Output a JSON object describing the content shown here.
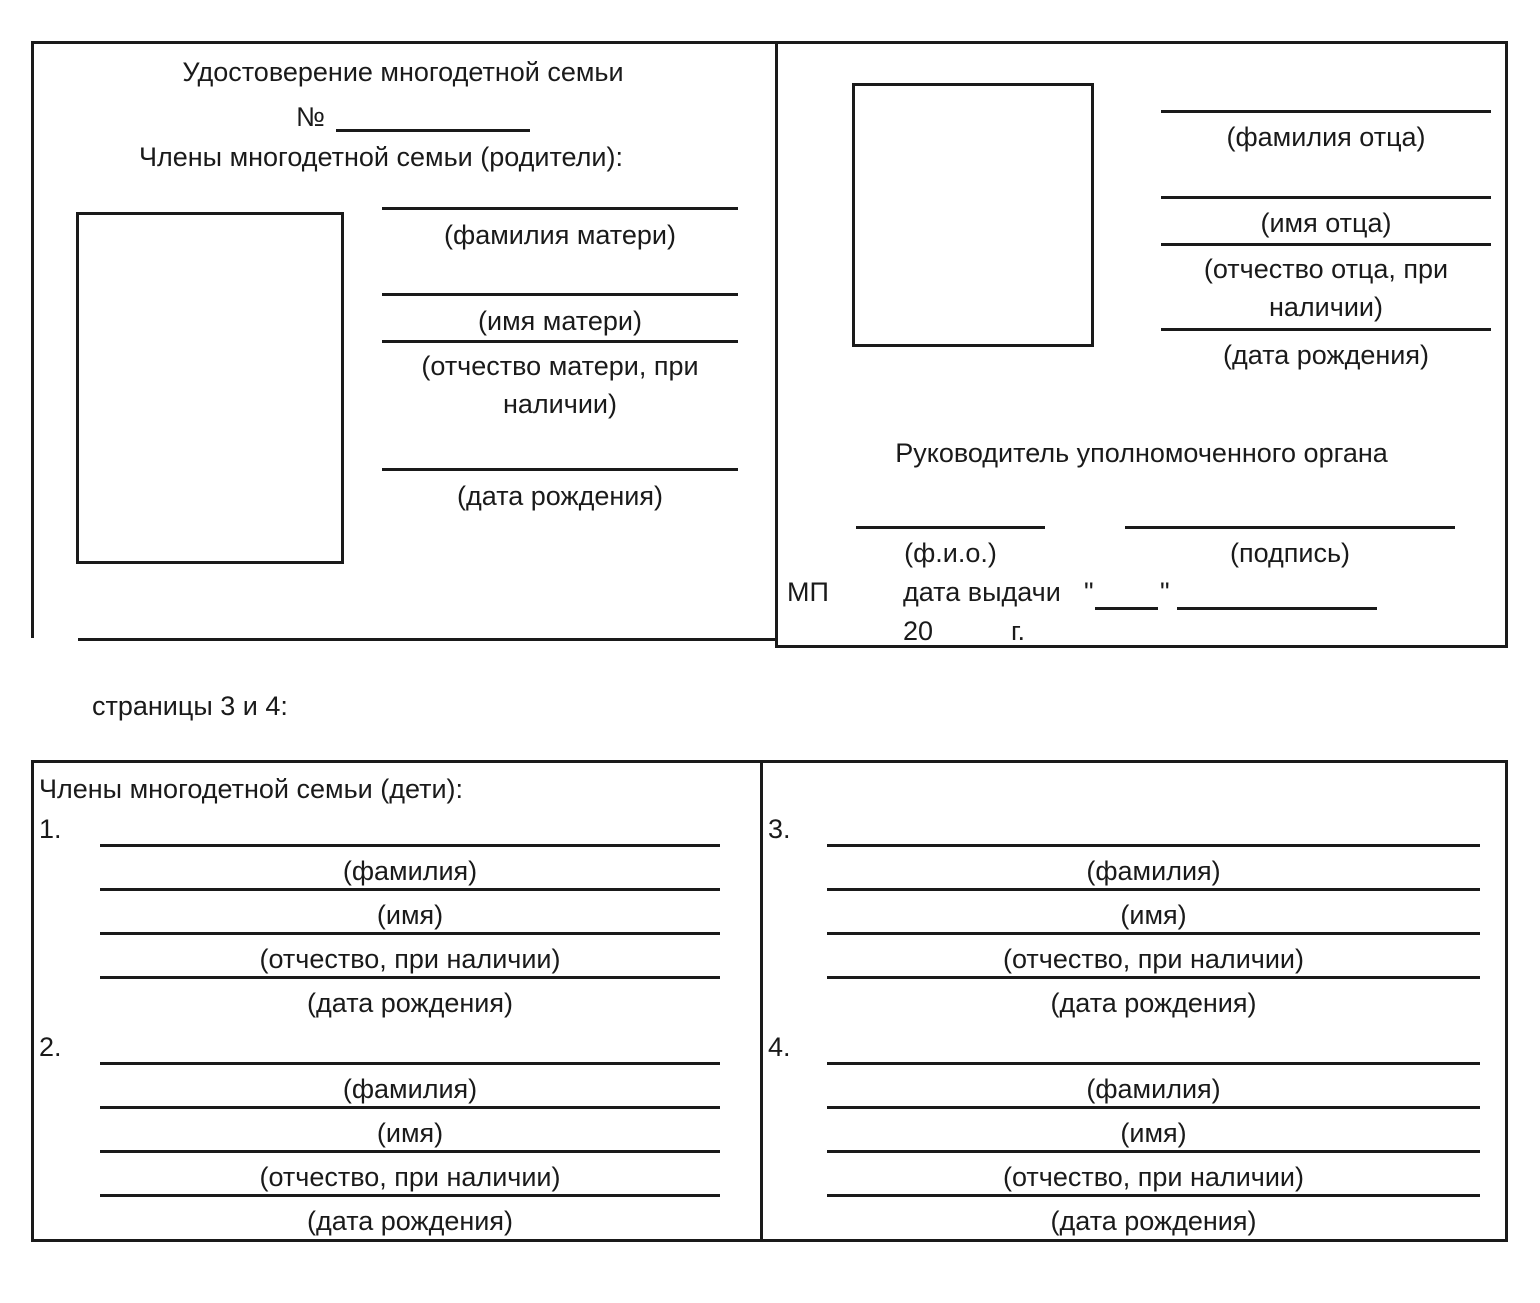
{
  "document": {
    "title": "Удостоверение многодетной семьи",
    "number_label": "№",
    "number_value": "",
    "parents_heading": "Члены многодетной семьи (родители):",
    "pages_note": "страницы 3 и 4:",
    "children_heading": "Члены многодетной семьи (дети):"
  },
  "mother": {
    "photo_placeholder": "",
    "fields": [
      {
        "caption": "(фамилия матери)"
      },
      {
        "caption": "(имя матери)"
      },
      {
        "caption": "(отчество матери, при наличии)"
      },
      {
        "caption": "(дата рождения)"
      }
    ]
  },
  "father": {
    "photo_placeholder": "",
    "fields": [
      {
        "caption": "(фамилия отца)"
      },
      {
        "caption": "(имя отца)"
      },
      {
        "caption": "(отчество отца, при наличии)"
      },
      {
        "caption": "(дата рождения)"
      }
    ]
  },
  "official": {
    "heading": "Руководитель уполномоченного органа",
    "fio_caption": "(ф.и.о.)",
    "signature_caption": "(подпись)",
    "stamp_label": "МП",
    "issue_date_label": "дата выдачи",
    "quote_open": "\"",
    "quote_close": "\"",
    "year_prefix": "20",
    "year_suffix": "г."
  },
  "children": [
    {
      "number": "1.",
      "fields": [
        {
          "caption": "(фамилия)"
        },
        {
          "caption": "(имя)"
        },
        {
          "caption": "(отчество, при наличии)"
        },
        {
          "caption": "(дата рождения)"
        }
      ]
    },
    {
      "number": "2.",
      "fields": [
        {
          "caption": "(фамилия)"
        },
        {
          "caption": "(имя)"
        },
        {
          "caption": "(отчество, при наличии)"
        },
        {
          "caption": "(дата рождения)"
        }
      ]
    },
    {
      "number": "3.",
      "fields": [
        {
          "caption": "(фамилия)"
        },
        {
          "caption": "(имя)"
        },
        {
          "caption": "(отчество, при наличии)"
        },
        {
          "caption": "(дата рождения)"
        }
      ]
    },
    {
      "number": "4.",
      "fields": [
        {
          "caption": "(фамилия)"
        },
        {
          "caption": "(имя)"
        },
        {
          "caption": "(отчество, при наличии)"
        },
        {
          "caption": "(дата рождения)"
        }
      ]
    }
  ],
  "colors": {
    "ink": "#1a1a1a",
    "paper": "#ffffff"
  }
}
